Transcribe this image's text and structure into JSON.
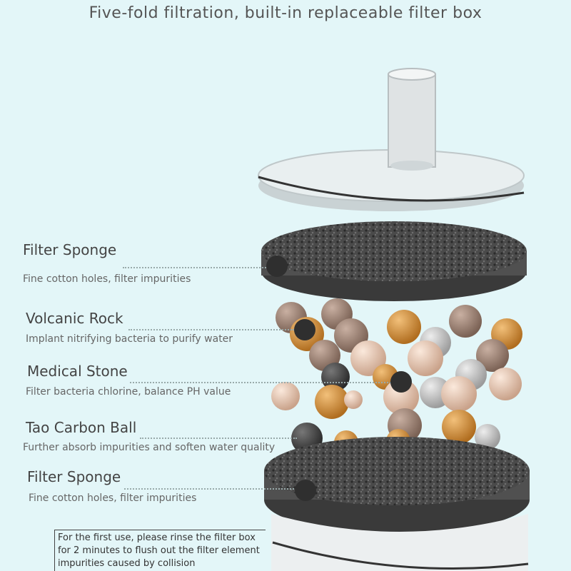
{
  "title": "Five-fold filtration, built-in replaceable filter box",
  "layers": [
    {
      "title": "Filter Sponge",
      "description": "Fine cotton holes, filter impurities"
    },
    {
      "title": "Volcanic Rock",
      "description": "Implant nitrifying bacteria to purify water"
    },
    {
      "title": "Medical Stone",
      "description": "Filter bacteria chlorine, balance PH value"
    },
    {
      "title": "Tao Carbon Ball",
      "description": "Further absorb impurities and soften water quality"
    },
    {
      "title": "Filter Sponge",
      "description": "Fine cotton holes, filter impurities"
    }
  ],
  "note": {
    "line1": "For the first use, please rinse the filter box",
    "line2": "for 2 minutes to flush out the filter element",
    "line3": "impurities caused by collision"
  }
}
